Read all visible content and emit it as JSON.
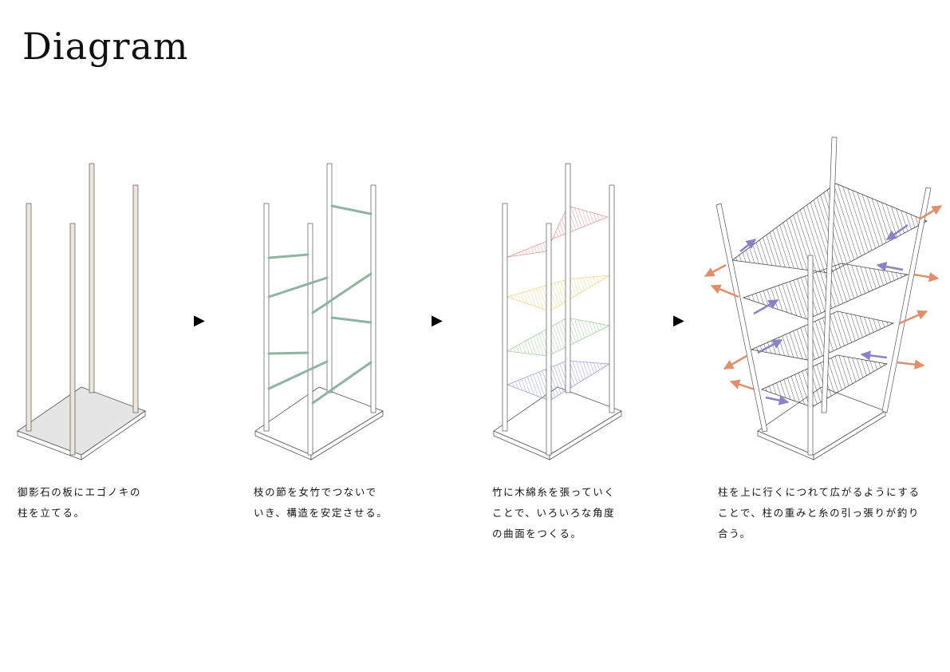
{
  "title": "Diagram",
  "step_arrow": "▶",
  "steps": [
    {
      "caption": [
        "御影石の板にエゴノキの",
        "柱を立てる。"
      ]
    },
    {
      "caption": [
        "枝の節を女竹でつないで",
        "いき、構造を安定させる。"
      ]
    },
    {
      "caption": [
        "竹に木綿糸を張っていく",
        "ことで、いろいろな角度",
        "の曲面をつくる。"
      ]
    },
    {
      "caption": [
        "柱を上に行くにつれて広がるようにする",
        "ことで、柱の重みと糸の引っ張りが釣り",
        "合う。"
      ]
    }
  ],
  "colors": {
    "post_fill": "#ece6dc",
    "base_fill": "#e5e5e5",
    "bamboo": "#8fb4a0",
    "thread_red": "#e79a9a",
    "thread_yellow": "#ecd88a",
    "thread_green": "#a6d2a2",
    "thread_blue": "#9aa4de",
    "arrow_purple": "#8a82c8",
    "arrow_orange": "#e08f6a"
  }
}
